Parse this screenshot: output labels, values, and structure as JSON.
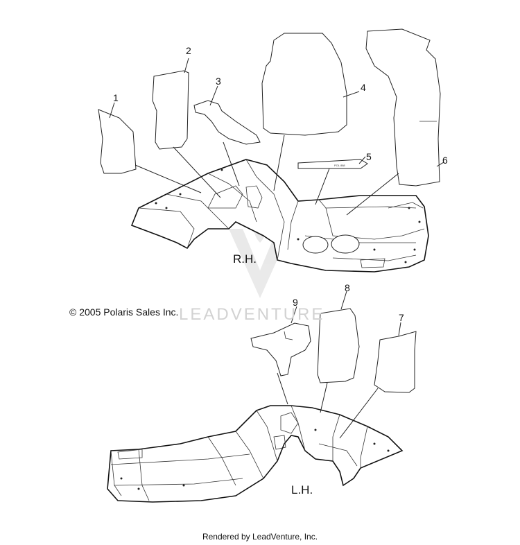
{
  "diagram": {
    "callouts": [
      {
        "id": "1",
        "label": "1"
      },
      {
        "id": "2",
        "label": "2"
      },
      {
        "id": "3",
        "label": "3"
      },
      {
        "id": "4",
        "label": "4"
      },
      {
        "id": "5",
        "label": "5"
      },
      {
        "id": "6",
        "label": "6"
      },
      {
        "id": "7",
        "label": "7"
      },
      {
        "id": "8",
        "label": "8"
      },
      {
        "id": "9",
        "label": "9"
      }
    ],
    "view_labels": {
      "right_hand": "R.H.",
      "left_hand": "L.H."
    },
    "copyright": "© 2005 Polaris Sales Inc.",
    "watermark": "LEADVENTURE",
    "footer": "Rendered by LeadVenture, Inc."
  }
}
